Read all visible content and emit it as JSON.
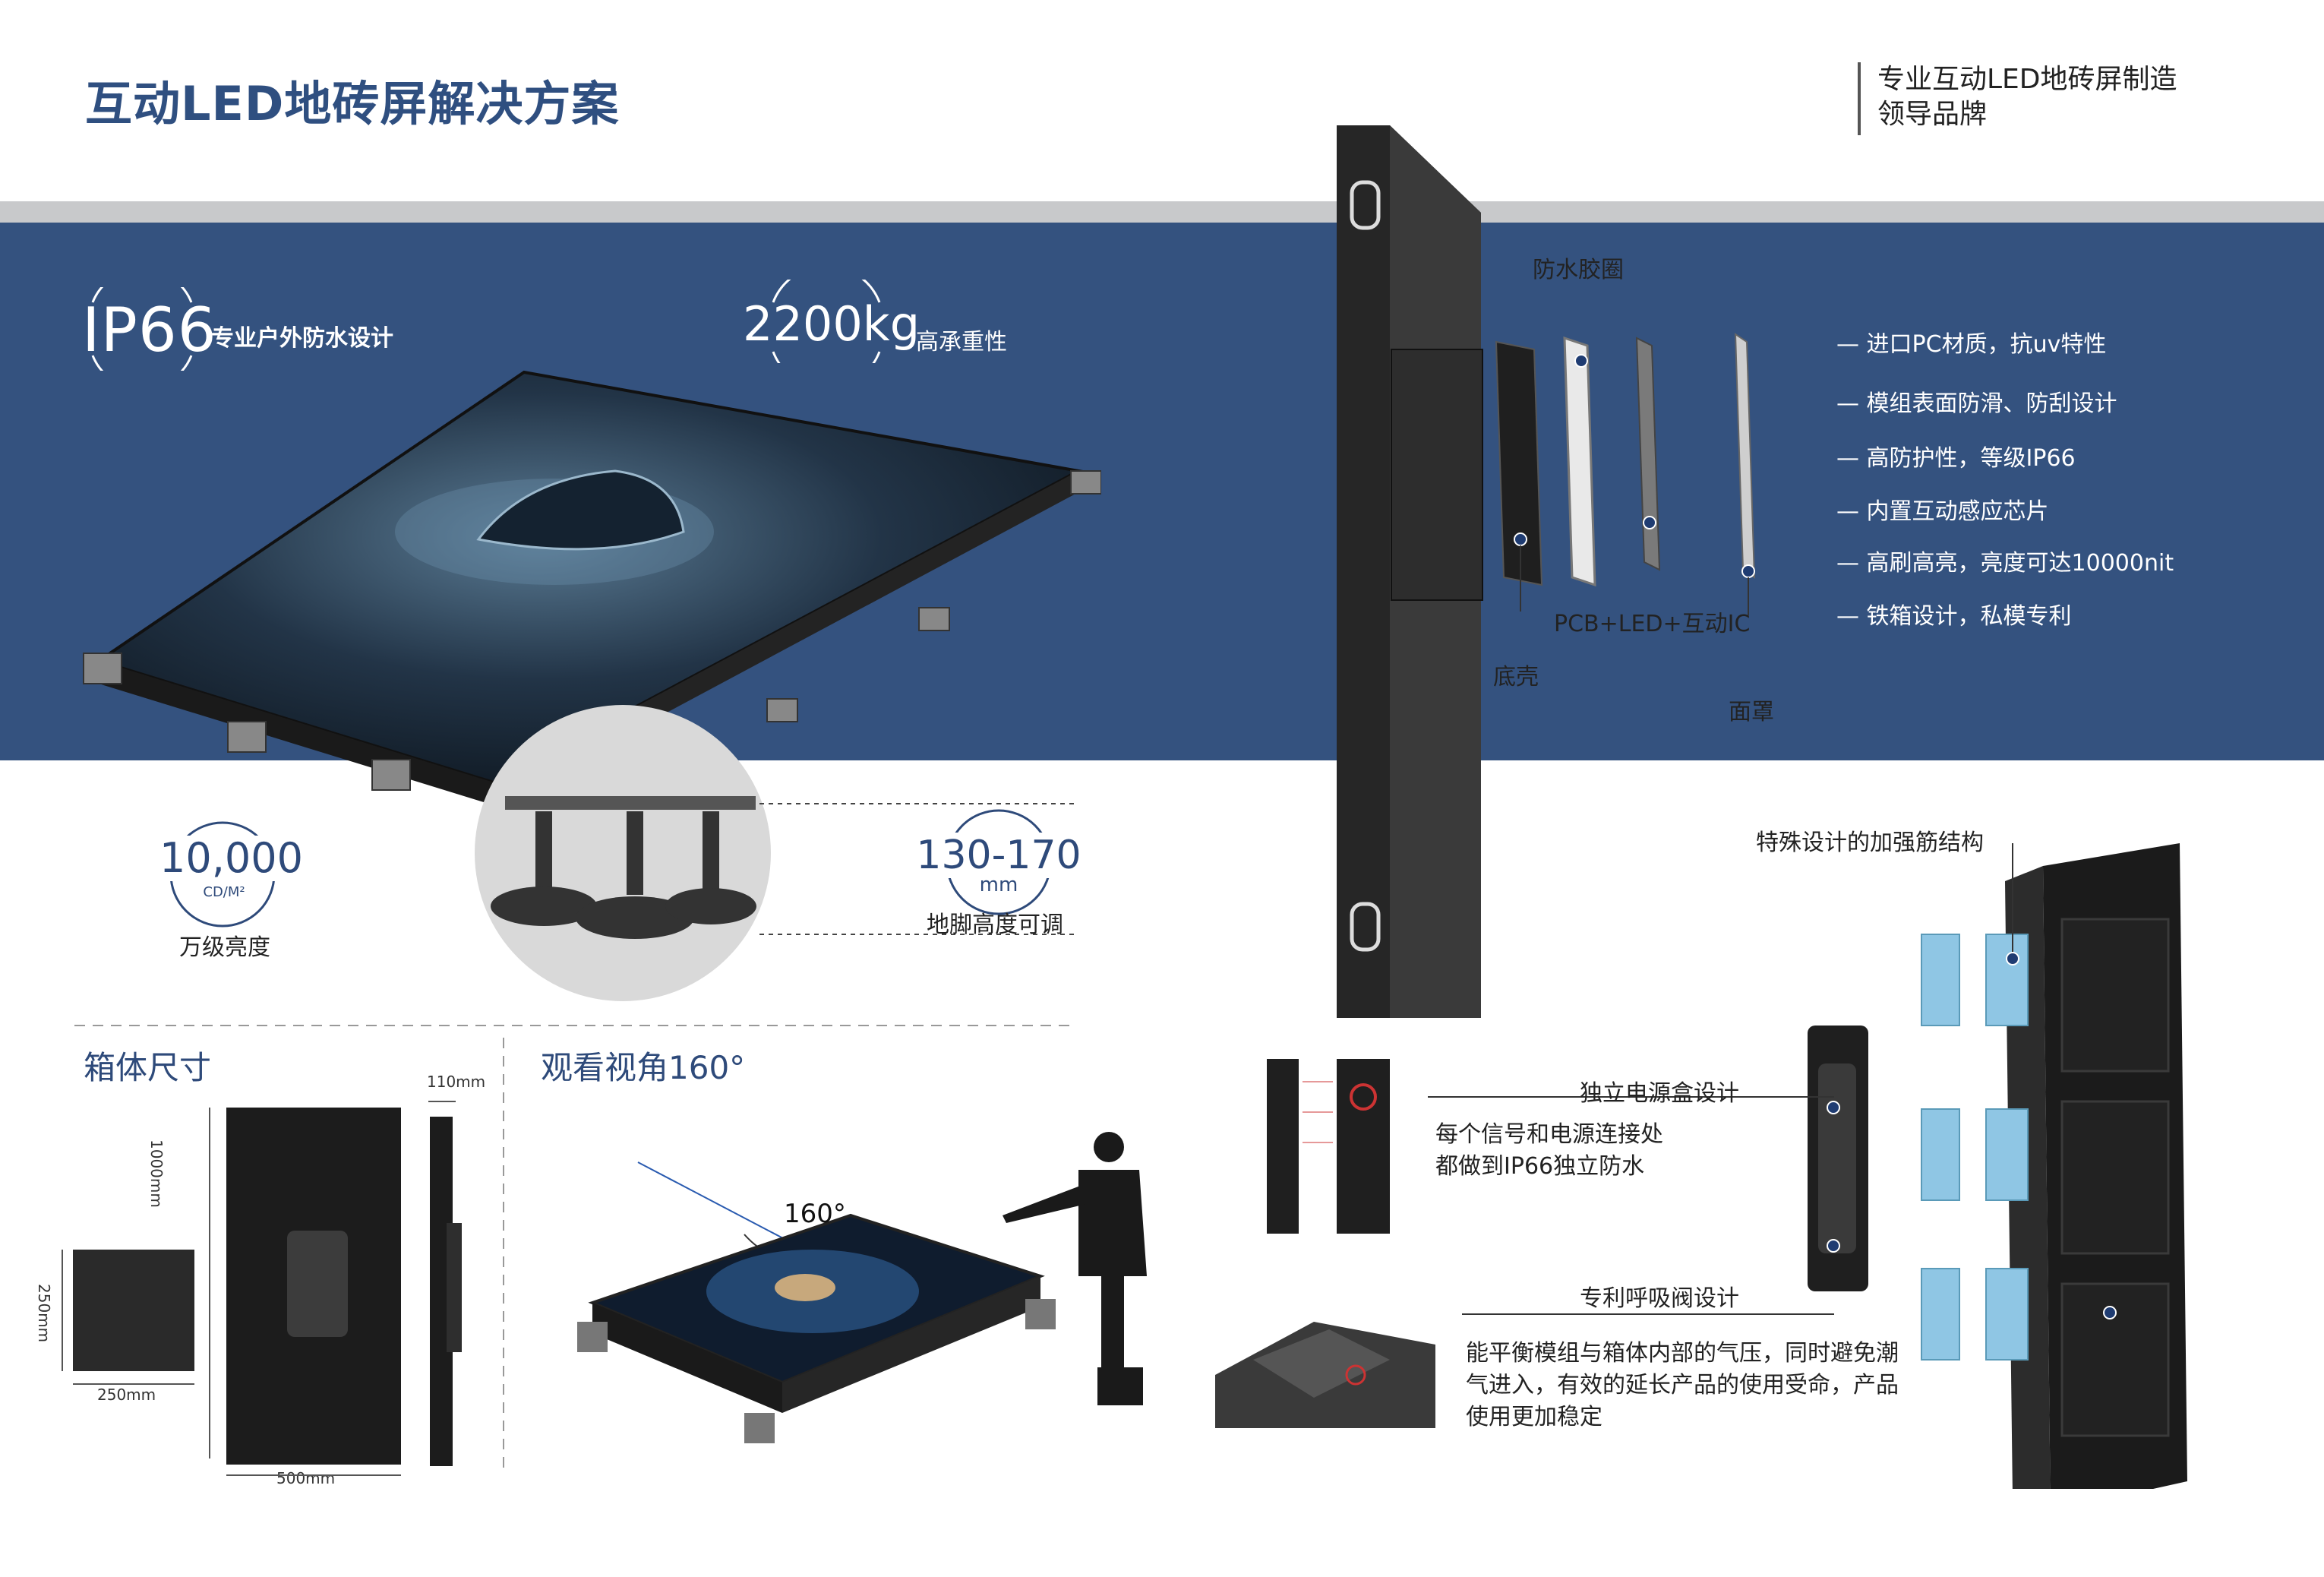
{
  "header": {
    "title": "互动LED地砖屏解决方案",
    "tagline_line1": "专业互动LED地砖屏制造",
    "tagline_line2": "领导品牌"
  },
  "badges": {
    "ip_value": "IP66",
    "ip_label": "专业户外防水设计",
    "load_value": "2200kg",
    "load_label": "高承重性",
    "brightness_value": "10,000",
    "brightness_unit": "CD/M²",
    "brightness_label": "万级亮度",
    "feet_value": "130-170",
    "feet_unit": "mm",
    "feet_label": "地脚高度可调"
  },
  "exploded_view": {
    "gasket": "防水胶圈",
    "pcb": "PCB+LED+互动IC",
    "bottom_shell": "底壳",
    "face_cover": "面罩"
  },
  "features": [
    "— 进口PC材质，抗uv特性",
    "— 模组表面防滑、防刮设计",
    "— 高防护性，等级IP66",
    "— 内置互动感应芯片",
    "—  高刷高亮，亮度可达10000nit",
    "—  铁箱设计，私模专利"
  ],
  "cabinet_size": {
    "heading": "箱体尺寸",
    "depth": "110mm",
    "height": "1000mm",
    "module_h": "250mm",
    "module_w": "250mm",
    "width": "500mm"
  },
  "viewing": {
    "heading": "观看视角160°",
    "angle": "160°"
  },
  "structure": {
    "rib_label": "特殊设计的加强筋结构",
    "psu_title": "独立电源盒设计",
    "psu_desc_1": "每个信号和电源连接处",
    "psu_desc_2": "都做到IP66独立防水",
    "valve_title": "专利呼吸阀设计",
    "valve_desc_1": "能平衡模组与箱体内部的气压，同时避免潮",
    "valve_desc_2": "气进入，有效的延长产品的使用受命，产品",
    "valve_desc_3": "使用更加稳定"
  },
  "colors": {
    "brand_blue": "#34527f",
    "title_blue": "#2f4f80",
    "grey_bar": "#c8c9cb"
  }
}
